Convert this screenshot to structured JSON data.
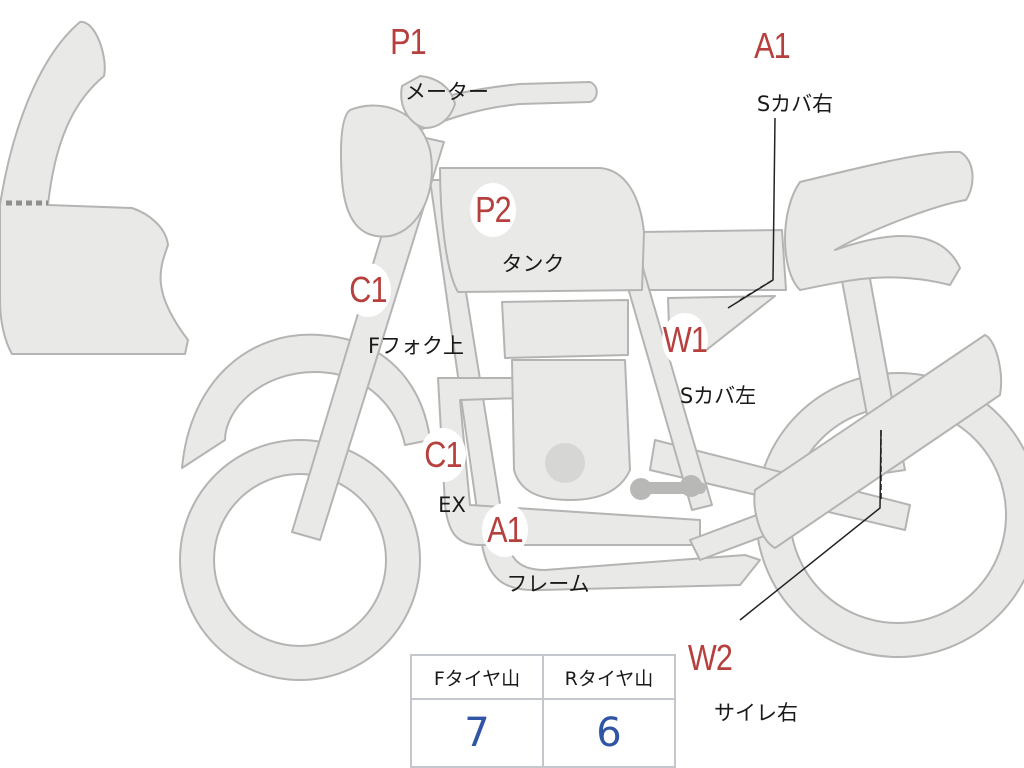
{
  "markers": [
    {
      "id": "P1",
      "code": "P1",
      "label": "メーター"
    },
    {
      "id": "P2",
      "code": "P2",
      "label": "タンク"
    },
    {
      "id": "A1_upper",
      "code": "A1",
      "label": "Sカバ右"
    },
    {
      "id": "C1_upper",
      "code": "C1",
      "label": "Fフォク上"
    },
    {
      "id": "W1",
      "code": "W1",
      "label": "Sカバ左"
    },
    {
      "id": "C1_lower",
      "code": "C1",
      "label": "EX"
    },
    {
      "id": "A1_lower",
      "code": "A1",
      "label": "フレーム"
    },
    {
      "id": "W2",
      "code": "W2",
      "label": "サイレ右"
    }
  ],
  "tire_table": {
    "headers": [
      "Fタイヤ山",
      "Rタイヤ山"
    ],
    "values": [
      "7",
      "6"
    ]
  },
  "colors": {
    "marker_text": "#b5403d",
    "value_text": "#2f55a4",
    "part_fill": "#e9e9e7",
    "part_outline": "#b4b4b2"
  }
}
